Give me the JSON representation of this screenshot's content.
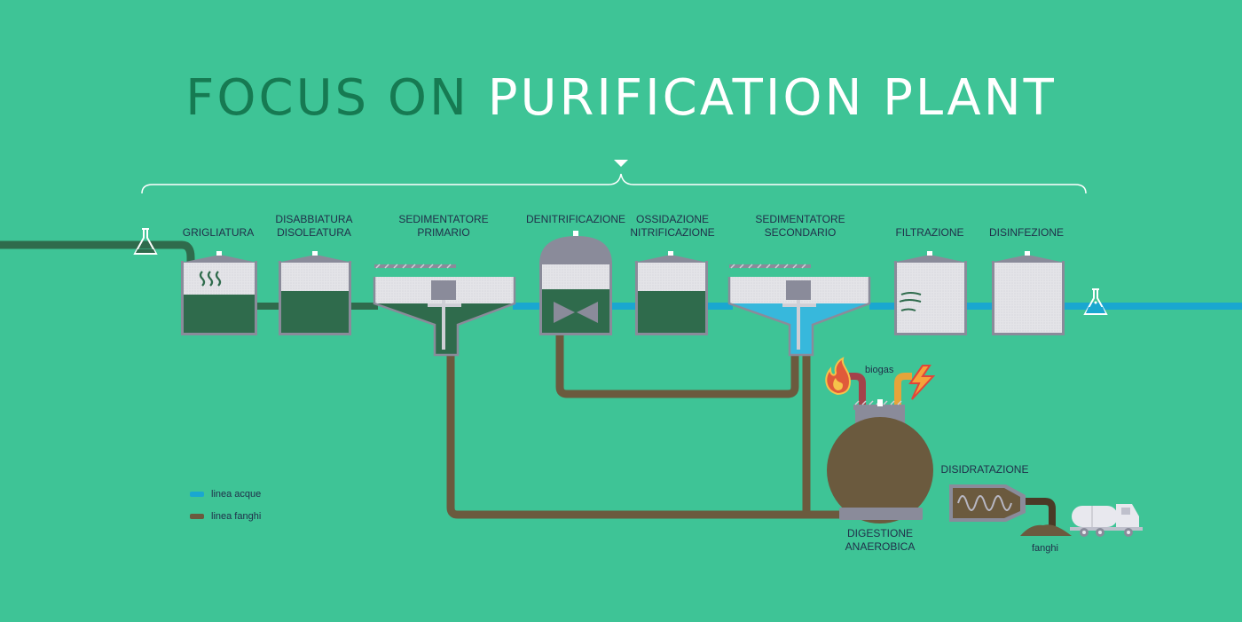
{
  "title": {
    "part1": "FOCUS ON",
    "part2": "PURIFICATION PLANT"
  },
  "stages": {
    "grigliatura": "GRIGLIATURA",
    "disabbiatura": "DISABBIATURA\nDISOLEATURA",
    "sedimentatore_primario": "SEDIMENTATORE\nPRIMARIO",
    "denitrificazione": "DENITRIFICAZIONE",
    "ossidazione": "OSSIDAZIONE\nNITRIFICAZIONE",
    "sedimentatore_secondario": "SEDIMENTATORE\nSECONDARIO",
    "filtrazione": "FILTRAZIONE",
    "disinfezione": "DISINFEZIONE",
    "digestione": "DIGESTIONE\nANAEROBICA",
    "disidratazione": "DISIDRATAZIONE"
  },
  "labels": {
    "biogas": "biogas",
    "fanghi": "fanghi"
  },
  "legend": [
    {
      "label": "linea acque",
      "color": "#1aa7d0"
    },
    {
      "label": "linea fanghi",
      "color": "#6b5a3e"
    }
  ],
  "colors": {
    "background": "#3ec496",
    "water": "#1aa7d0",
    "sludge": "#6b5a3e",
    "tank_liquid": "#2f6b4c",
    "tank_wall": "#8a8b9a"
  },
  "icons": [
    "flask-icon",
    "fire-icon",
    "lightning-icon",
    "truck-icon",
    "chevron-down-icon"
  ]
}
